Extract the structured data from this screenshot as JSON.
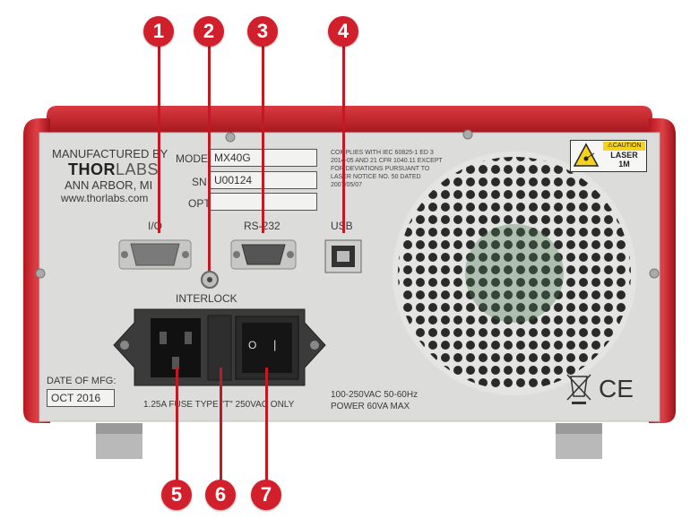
{
  "panel": {
    "manufacturer_line1": "MANUFACTURED BY",
    "brand_bold": "THOR",
    "brand_light": "LABS",
    "location": "ANN ARBOR, MI",
    "website": "www.thorlabs.com",
    "model_label": "MODEL",
    "model_value": "MX40G",
    "sn_label": "SN",
    "sn_value": "U00124",
    "opt_label": "OPT",
    "opt_value": "",
    "compliance_lines": [
      "COMPLIES WITH IEC 60825-1 ED 3",
      "2014-05 AND 21 CFR 1040.11 EXCEPT",
      "FOR DEVIATIONS PURSUANT TO",
      "LASER NOTICE NO. 50 DATED",
      "2007/05/07"
    ],
    "caution_header": "CAUTION",
    "laser_class_line1": "LASER",
    "laser_class_line2": "1M",
    "port_io": "I/O",
    "port_rs232": "RS-232",
    "port_usb": "USB",
    "interlock": "INTERLOCK",
    "date_label": "DATE OF MFG:",
    "date_value": "OCT 2016",
    "fuse_text": "1.25A FUSE TYPE \"T\" 250VAC ONLY",
    "power_line1": "100-250VAC 50-60Hz",
    "power_line2": "POWER 60VA MAX",
    "switch_off_symbol": "O",
    "switch_on_symbol": "|",
    "ce_mark": "CE"
  },
  "callouts": [
    "1",
    "2",
    "3",
    "4",
    "5",
    "6",
    "7"
  ],
  "colors": {
    "housing_red": "#c5232c",
    "panel_gray": "#dcdcda",
    "callout_red": "#d11f2b",
    "caution_yellow": "#f5d21c"
  }
}
